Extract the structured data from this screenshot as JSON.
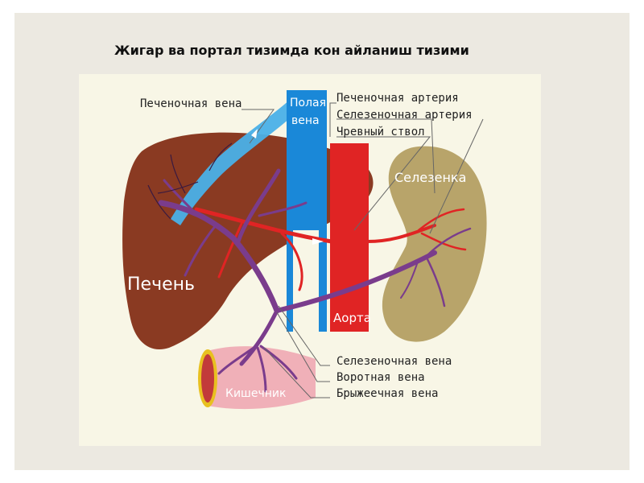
{
  "title": "Жигар ва портал тизимда кон айланиш тизими",
  "labels": {
    "hepatic_vein": "Печеночная вена",
    "vena_cava_line1": "Полая",
    "vena_cava_line2": "вена",
    "hepatic_artery": "Печеночная артерия",
    "splenic_artery": "Селезеночная артерия",
    "celiac_trunk": "Чревный ствол",
    "spleen": "Селезенка",
    "liver": "Печень",
    "aorta": "Аорта",
    "splenic_vein": "Селезеночная вена",
    "portal_vein": "Воротная вена",
    "mesenteric_vein": "Брыжеечная вена",
    "intestine": "Кишечник"
  },
  "colors": {
    "liver": "#8a3a22",
    "spleen": "#b8a46a",
    "vena_cava": "#1a88d8",
    "aorta": "#e02424",
    "portal_system": "#7a3c8c",
    "intestine": "#f0b0b8",
    "hepatic_vein": "#4ab0e8"
  }
}
